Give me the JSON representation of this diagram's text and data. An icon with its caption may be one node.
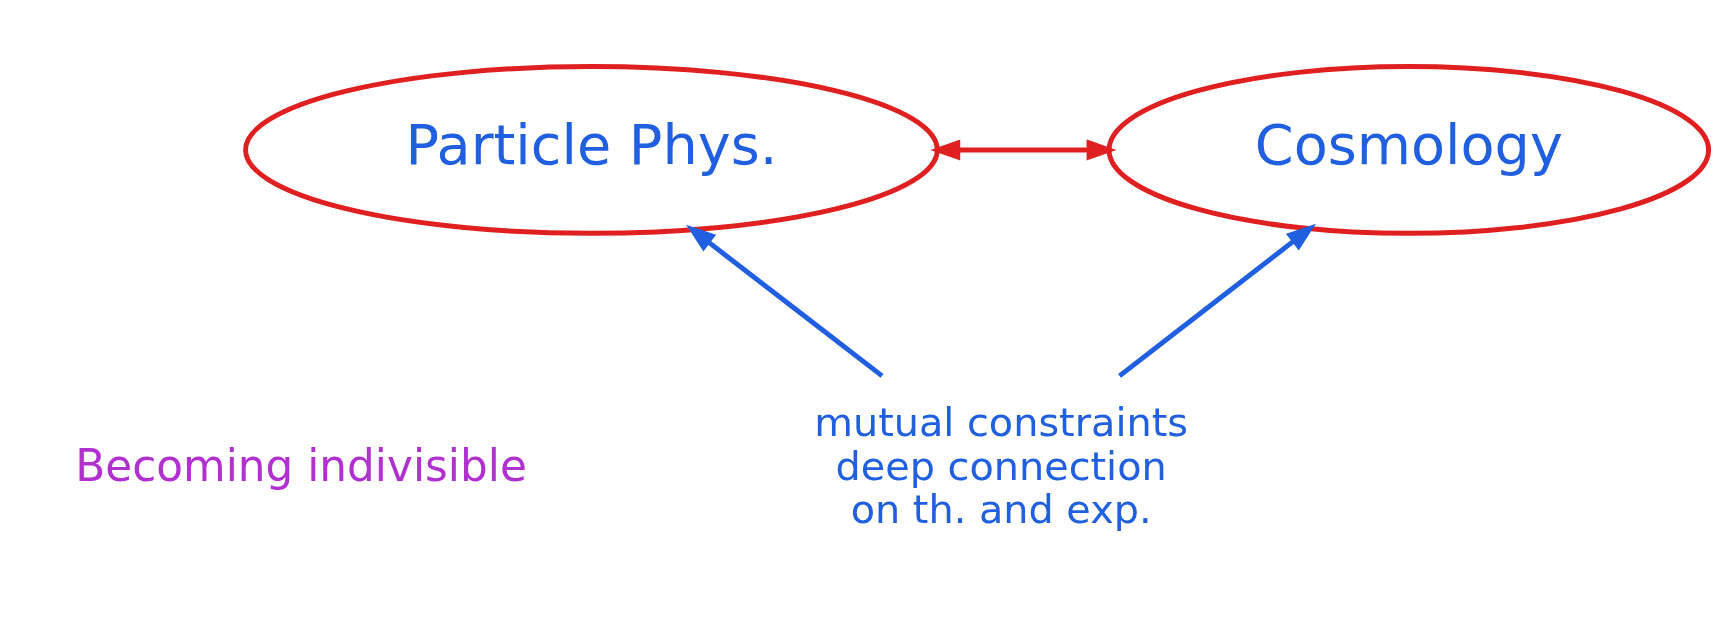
{
  "diagram": {
    "nodes": [
      {
        "text": [
          "Particle Phys."
        ]
      },
      {
        "text": [
          "Cosmology"
        ]
      },
      {
        "text": [
          "mutual constraints deep connection on th. and exp."
        ]
      }
    ],
    "edges": [
      {
        "from": 0,
        "to": 1,
        "arrow": "both",
        "color": "#e02020"
      },
      {
        "from": 2,
        "to": 0,
        "arrow": "to"
      },
      {
        "from": 2,
        "to": 1,
        "arrow": "to"
      }
    ],
    "labels": [
      "Becoming indivisible"
    ]
  }
}
